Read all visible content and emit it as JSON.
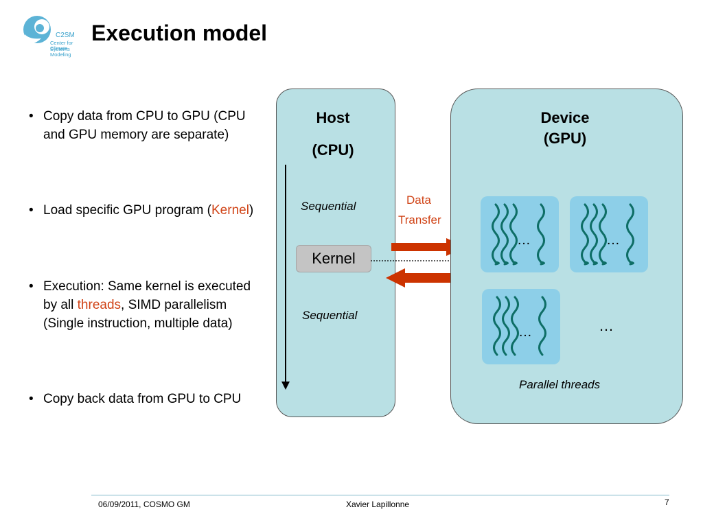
{
  "header": {
    "logo": {
      "mark": "C2SM",
      "line1": "Center for Climate",
      "line2": "Systems Modeling"
    },
    "title": "Execution model"
  },
  "bullets": [
    {
      "segments": [
        {
          "text": "Copy data from CPU to GPU (CPU and GPU memory are separate)",
          "highlight": false
        }
      ]
    },
    {
      "segments": [
        {
          "text": "Load specific GPU program (",
          "highlight": false
        },
        {
          "text": "Kernel",
          "highlight": true
        },
        {
          "text": ")",
          "highlight": false
        }
      ]
    },
    {
      "segments": [
        {
          "text": "Execution: Same kernel is executed by all ",
          "highlight": false
        },
        {
          "text": "threads",
          "highlight": true
        },
        {
          "text": ", SIMD parallelism (Single instruction, multiple data)",
          "highlight": false
        }
      ]
    },
    {
      "segments": [
        {
          "text": "Copy back data from GPU to CPU",
          "highlight": false
        }
      ]
    }
  ],
  "bullet_glyph": "•",
  "highlight_color": "#d04316",
  "diagram": {
    "host": {
      "title": "Host",
      "subtitle": "(CPU)"
    },
    "device": {
      "title": "Device",
      "subtitle": "(GPU)"
    },
    "sequential_label": "Sequential",
    "kernel_label": "Kernel",
    "transfer": {
      "line1": "Data",
      "line2": "Transfer"
    },
    "thread_ellipsis": "…",
    "more_blocks": "…",
    "parallel_label": "Parallel threads",
    "colors": {
      "panel": "#b9e0e4",
      "thread_block": "#8dcfe8",
      "thread_wave": "#0e6e66",
      "transfer_arrow": "#cc3300",
      "kernel_box": "#c4c4c4"
    }
  },
  "footer": {
    "left": "06/09/2011, COSMO GM",
    "center": "Xavier Lapillonne",
    "page": "7"
  }
}
